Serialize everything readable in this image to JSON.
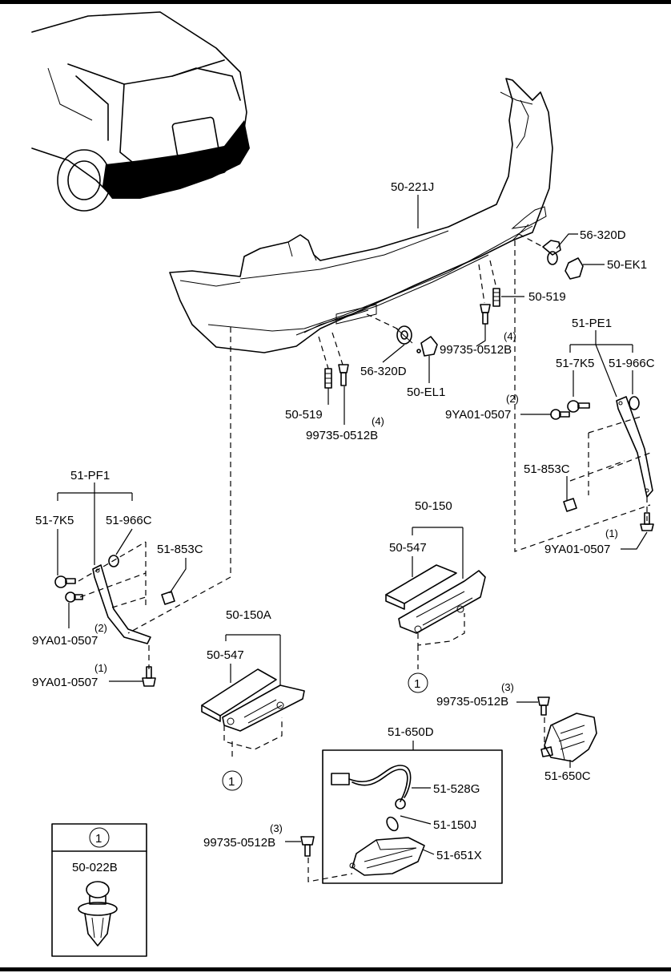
{
  "parts": {
    "bumper": "50-221J",
    "grommet_r": "56-320D",
    "cover_r": "50-EK1",
    "screw_r": "50-519",
    "bolt_r_code": "99735-0512B",
    "bolt_r_qty": "(4)",
    "grommet_c": "56-320D",
    "cover_c": "50-EL1",
    "screw_c": "50-519",
    "bolt_c_code": "99735-0512B",
    "bolt_c_qty": "(4)",
    "bracket_r": "51-PE1",
    "bracket_r_7k5": "51-7K5",
    "bracket_r_966c": "51-966C",
    "bracket_r_clip_code": "9YA01-0507",
    "bracket_r_clip_qty": "(2)",
    "bracket_r_nut": "51-853C",
    "bracket_r_clip2_code": "9YA01-0507",
    "bracket_r_clip2_qty": "(1)",
    "bracket_l": "51-PF1",
    "bracket_l_7k5": "51-7K5",
    "bracket_l_966c": "51-966C",
    "bracket_l_nut": "51-853C",
    "bracket_l_clip_code": "9YA01-0507",
    "bracket_l_clip_qty": "(2)",
    "bracket_l_clip2_code": "9YA01-0507",
    "bracket_l_clip2_qty": "(1)",
    "shield_a": "50-150A",
    "shield_a_pad": "50-547",
    "shield_b": "50-150",
    "shield_b_pad": "50-547",
    "lamp_assy": "51-650D",
    "lamp_harness": "51-528G",
    "lamp_bulb": "51-150J",
    "lamp_unit": "51-651X",
    "lamp_screw_code": "99735-0512B",
    "lamp_screw_qty": "(3)",
    "lamp_r": "51-650C",
    "lamp_r_screw_code": "99735-0512B",
    "lamp_r_screw_qty": "(3)"
  },
  "callouts": {
    "ref_1": "1",
    "legend_ref": "1",
    "legend_part": "50-022B"
  }
}
